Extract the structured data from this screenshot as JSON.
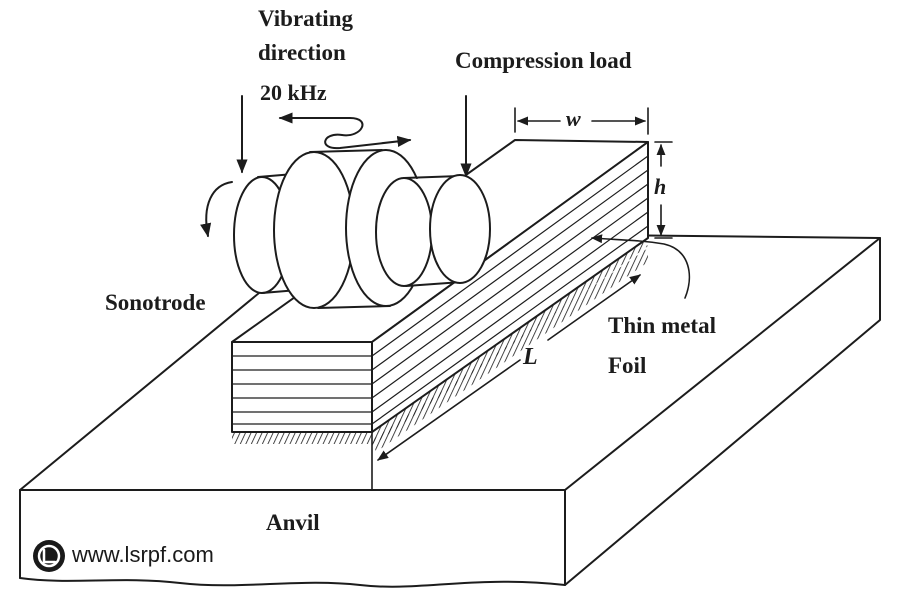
{
  "labels": {
    "vibrating_line1": "Vibrating",
    "vibrating_line2": "direction",
    "frequency": "20 kHz",
    "compression": "Compression load",
    "w": "w",
    "h": "h",
    "L": "L",
    "sonotrode": "Sonotrode",
    "thin_metal": "Thin metal",
    "foil": "Foil",
    "anvil": "Anvil"
  },
  "watermark": {
    "text": "www.lsrpf.com",
    "logo_icon": "lsrpf-logo-icon"
  },
  "colors": {
    "ink": "#1c1c1c",
    "background": "#ffffff",
    "watermark": "#1a1a1a"
  }
}
